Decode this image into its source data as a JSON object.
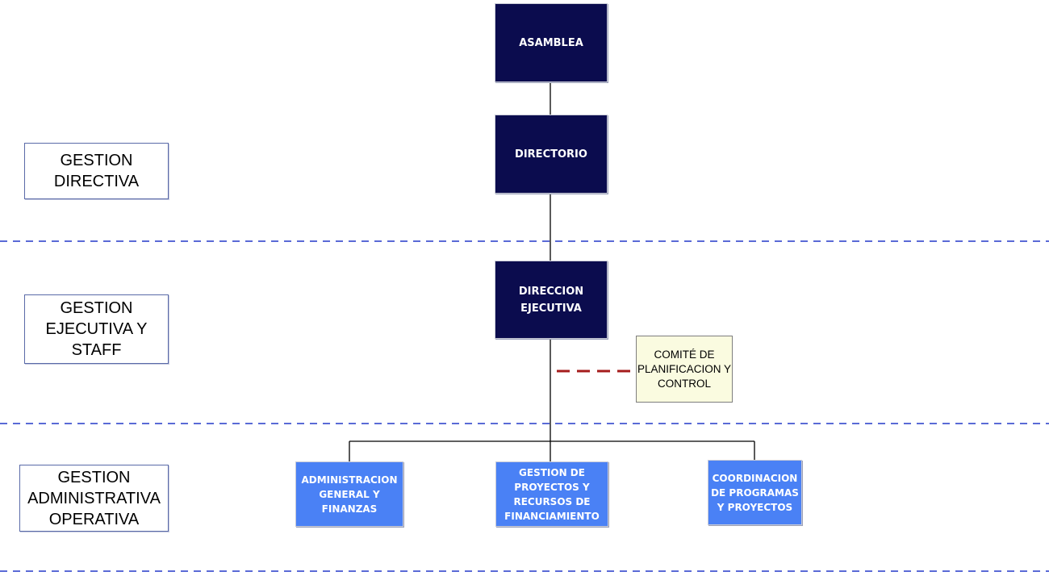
{
  "colors": {
    "dark_node": "#0b0c4e",
    "light_node": "#4a81f5",
    "committee_fill": "#fafbe0",
    "separator": "#5a6ad6",
    "staff_link": "#a51c1c",
    "connector": "#000000"
  },
  "levels": [
    {
      "id": "directiva",
      "label": "GESTION\nDIRECTIVA"
    },
    {
      "id": "ejecutiva",
      "label": "GESTION\nEJECUTIVA Y\nSTAFF"
    },
    {
      "id": "operativa",
      "label": "GESTION\nADMINISTRATIVA\nOPERATIVA"
    }
  ],
  "nodes": {
    "asamblea": "ASAMBLEA",
    "directorio": "DIRECTORIO",
    "direccion_ejecutiva": "DIRECCION\nEJECUTIVA",
    "comite": "COMITÉ DE\nPLANIFICACION Y\nCONTROL",
    "administracion": "ADMINISTRACION\nGENERAL Y\nFINANZAS",
    "gestion_proyectos": "GESTION DE\nPROYECTOS Y\nRECURSOS DE\nFINANCIAMIENTO",
    "coordinacion": "COORDINACION\nDE PROGRAMAS\nY PROYECTOS"
  }
}
